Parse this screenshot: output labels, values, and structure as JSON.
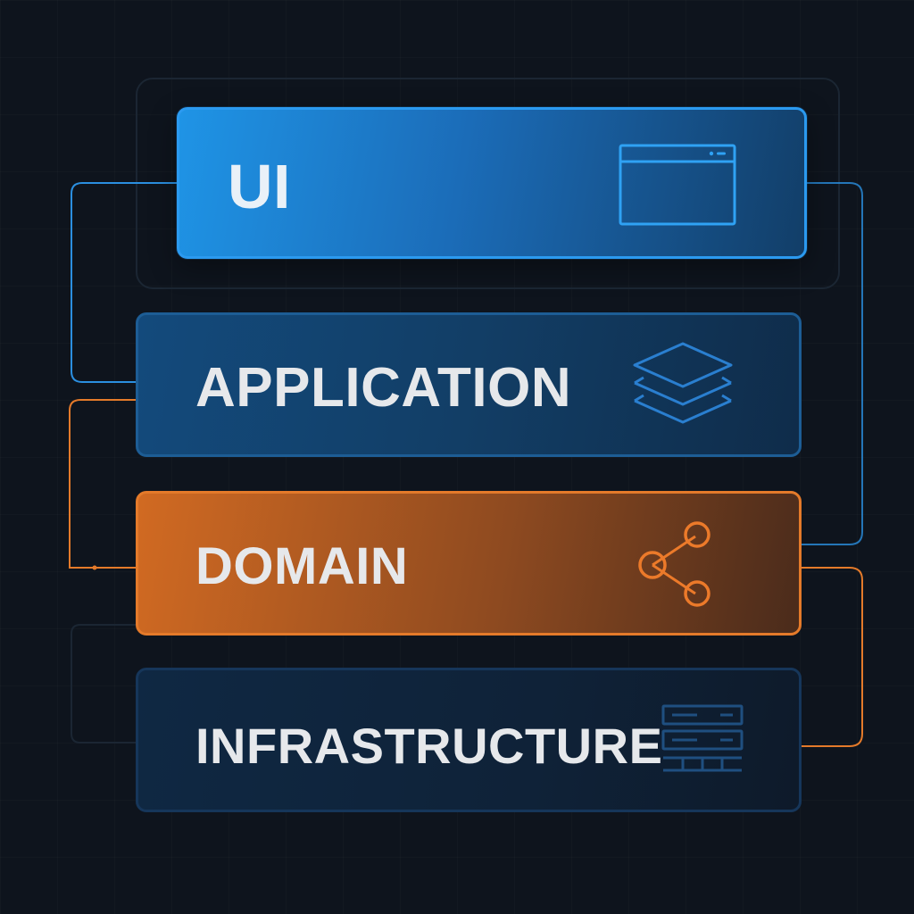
{
  "layers": [
    {
      "label": "UI",
      "icon": "browser-window-icon",
      "color": "#1f94e6"
    },
    {
      "label": "APPLICATION",
      "icon": "stacked-layers-icon",
      "color": "#134a7c"
    },
    {
      "label": "DOMAIN",
      "icon": "share-nodes-icon",
      "color": "#e47a2a"
    },
    {
      "label": "INFRASTRUCTURE",
      "icon": "server-rack-icon",
      "color": "#0f2843"
    }
  ],
  "colors": {
    "background": "#0e141d",
    "blue_connector": "#2b8fe0",
    "orange_connector": "#e47a2a",
    "faint_outline": "#1b2633"
  }
}
